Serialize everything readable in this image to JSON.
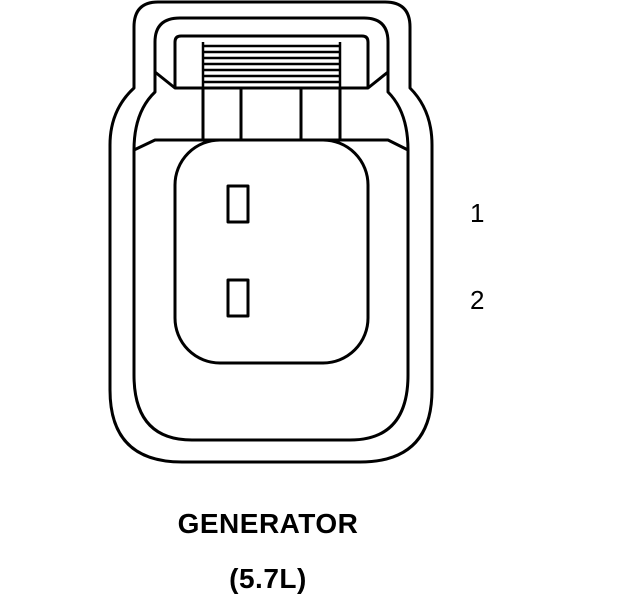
{
  "connector": {
    "pins": [
      {
        "number": "1"
      },
      {
        "number": "2"
      }
    ],
    "name": "GENERATOR",
    "variant": "(5.7L)"
  },
  "colors": {
    "stroke": "#000000",
    "background": "#ffffff"
  }
}
